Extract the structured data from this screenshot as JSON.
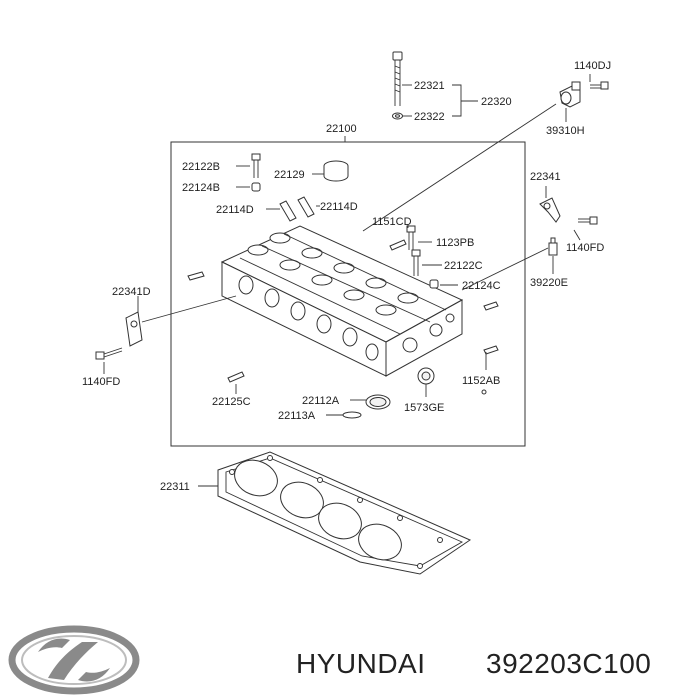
{
  "labels": {
    "p22321": "22321",
    "p22320": "22320",
    "p22322": "22322",
    "p1140DJ": "1140DJ",
    "p39310H": "39310H",
    "p22100": "22100",
    "p22122B": "22122B",
    "p22124B": "22124B",
    "p22129": "22129",
    "p22114D_left": "22114D",
    "p22114D_right": "22114D",
    "p1151CD": "1151CD",
    "p1123PB": "1123PB",
    "p22122C": "22122C",
    "p22124C": "22124C",
    "p22341": "22341",
    "p1140FD_right": "1140FD",
    "p39220E": "39220E",
    "p22341D": "22341D",
    "p1140FD_left": "1140FD",
    "p22125C": "22125C",
    "p22112A": "22112A",
    "p22113A": "22113A",
    "p1573GE": "1573GE",
    "p1152AB": "1152AB",
    "p22311": "22311"
  },
  "footer": {
    "brand": "HYUNDAI",
    "part_number": "392203C100",
    "logo_icon": "hyundai-logo-icon"
  },
  "colors": {
    "line": "#333333",
    "text": "#222222",
    "background": "#ffffff"
  }
}
